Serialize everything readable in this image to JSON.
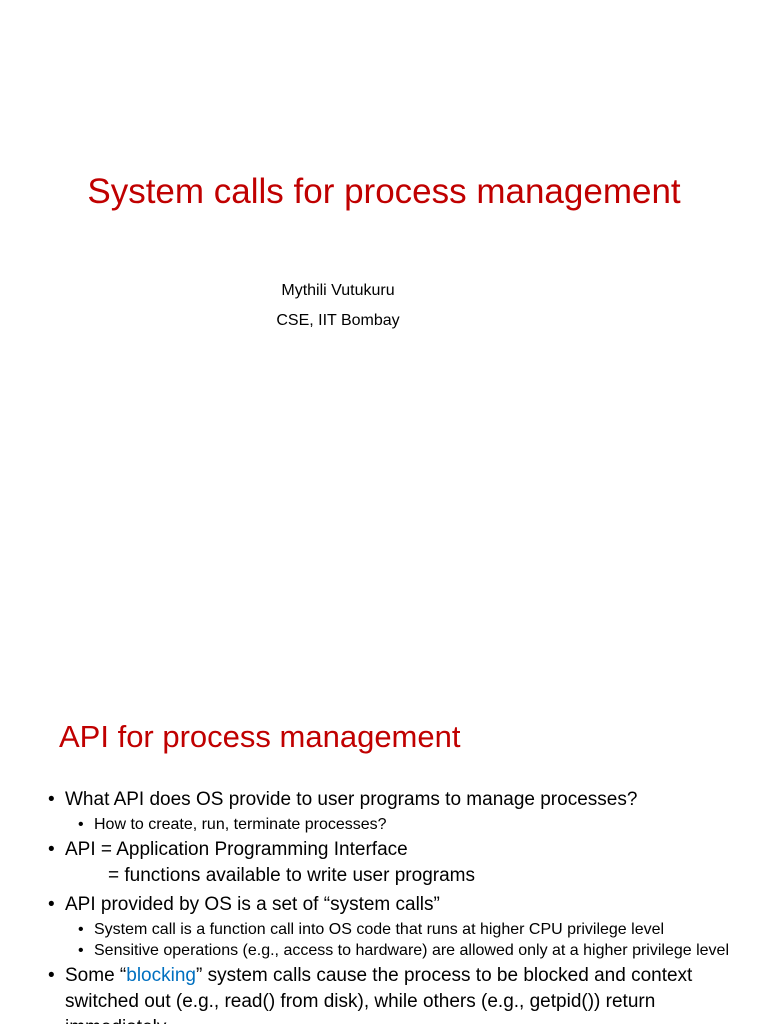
{
  "slide1": {
    "title": "System calls for process management",
    "author": "Mythili Vutukuru",
    "affiliation": "CSE, IIT Bombay"
  },
  "slide2": {
    "title": "API for process management",
    "bullets": {
      "b1": "What API does OS provide to user programs to manage processes?",
      "b1_sub1": "How to create, run, terminate processes?",
      "b2": "API = Application Programming Interface",
      "b2_cont": "= functions available to write user programs",
      "b3": "API provided by OS is a set of “system calls”",
      "b3_sub1": "System call is a function call into OS code that runs at higher CPU privilege level",
      "b3_sub2": "Sensitive operations (e.g., access to hardware) are allowed only at a higher privilege level",
      "b4_pre": "Some “",
      "b4_highlight": "blocking",
      "b4_post": "” system calls cause the process to be blocked and context switched out (e.g., read() from disk), while others (e.g., getpid()) return immediately"
    }
  },
  "colors": {
    "title": "#c00000",
    "highlight": "#0070c0",
    "text": "#000000",
    "background": "#ffffff"
  }
}
